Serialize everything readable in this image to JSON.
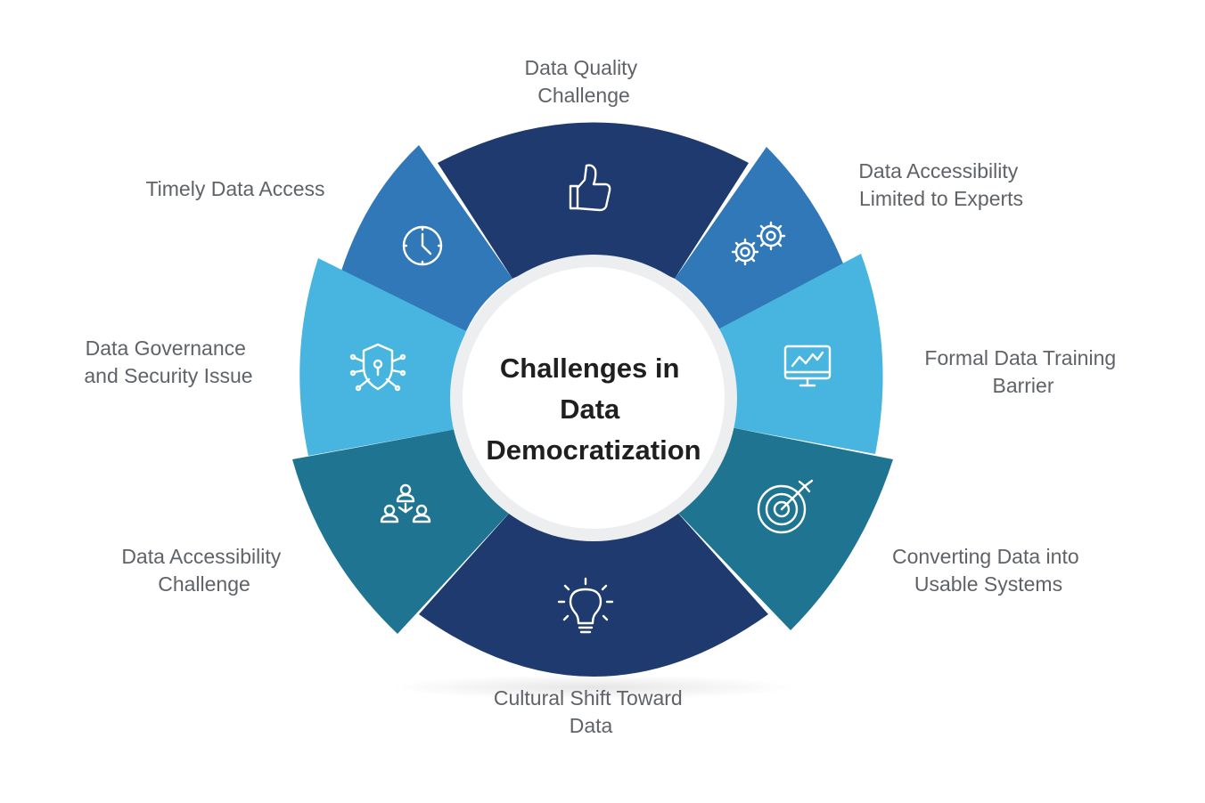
{
  "center": {
    "title_lines": [
      "Challenges in",
      "Data",
      "Democratization"
    ]
  },
  "segments": [
    {
      "id": "data-quality",
      "label_lines": [
        "Data Quality",
        "Challenge"
      ],
      "icon": "thumbs-up-icon",
      "color": "#1e3a6e"
    },
    {
      "id": "accessibility-experts",
      "label_lines": [
        "Data Accessibility",
        "Limited to Experts"
      ],
      "icon": "gears-icon",
      "color": "#3178b8"
    },
    {
      "id": "formal-training",
      "label_lines": [
        "Formal Data Training",
        "Barrier"
      ],
      "icon": "monitor-chart-icon",
      "color": "#47b5e0"
    },
    {
      "id": "converting-data",
      "label_lines": [
        "Converting Data into",
        "Usable Systems"
      ],
      "icon": "target-icon",
      "color": "#1f7591"
    },
    {
      "id": "cultural-shift",
      "label_lines": [
        "Cultural Shift Toward",
        "Data"
      ],
      "icon": "lightbulb-icon",
      "color": "#1e3a6e"
    },
    {
      "id": "accessibility-challenge",
      "label_lines": [
        "Data Accessibility",
        "Challenge"
      ],
      "icon": "people-network-icon",
      "color": "#1f7591"
    },
    {
      "id": "governance-security",
      "label_lines": [
        "Data Governance",
        "and Security Issue"
      ],
      "icon": "shield-lock-icon",
      "color": "#47b5e0"
    },
    {
      "id": "timely-access",
      "label_lines": [
        "Timely Data Access"
      ],
      "icon": "clock-icon",
      "color": "#3178b8"
    }
  ]
}
